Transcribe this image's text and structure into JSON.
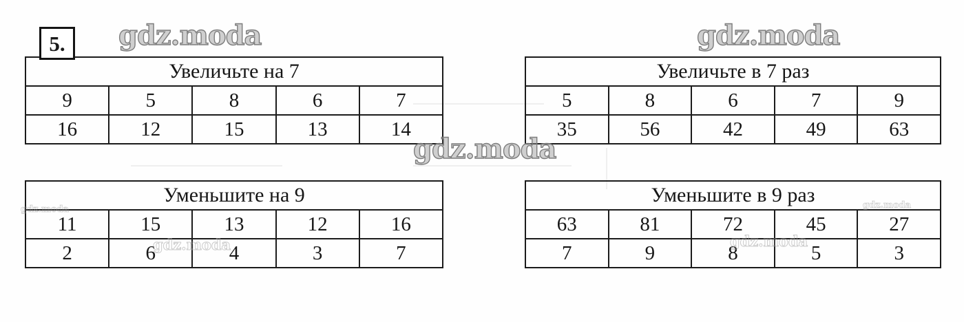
{
  "page": {
    "exercise_number": "5.",
    "background_color": "#fefefe",
    "ink_color": "#1a1a1a"
  },
  "watermarks": {
    "text": "gdz.moda",
    "instances": [
      {
        "id": "top-left",
        "size": "big"
      },
      {
        "id": "top-right",
        "size": "big"
      },
      {
        "id": "center",
        "size": "big"
      },
      {
        "id": "left-small",
        "size": "small"
      },
      {
        "id": "right-small",
        "size": "small"
      },
      {
        "id": "mid-left",
        "size": "mid"
      },
      {
        "id": "mid-right",
        "size": "mid"
      }
    ]
  },
  "tables": [
    {
      "id": "increase-by",
      "title": "Увеличьте на 7",
      "inputs": [
        "9",
        "5",
        "8",
        "6",
        "7"
      ],
      "outputs": [
        "16",
        "12",
        "15",
        "13",
        "14"
      ]
    },
    {
      "id": "increase-times",
      "title": "Увеличьте в 7 раз",
      "inputs": [
        "5",
        "8",
        "6",
        "7",
        "9"
      ],
      "outputs": [
        "35",
        "56",
        "42",
        "49",
        "63"
      ]
    },
    {
      "id": "decrease-by",
      "title": "Уменьшите на 9",
      "inputs": [
        "11",
        "15",
        "13",
        "12",
        "16"
      ],
      "outputs": [
        "2",
        "6",
        "4",
        "3",
        "7"
      ]
    },
    {
      "id": "decrease-times",
      "title": "Уменьшите в 9 раз",
      "inputs": [
        "63",
        "81",
        "72",
        "45",
        "27"
      ],
      "outputs": [
        "7",
        "9",
        "8",
        "5",
        "3"
      ]
    }
  ]
}
